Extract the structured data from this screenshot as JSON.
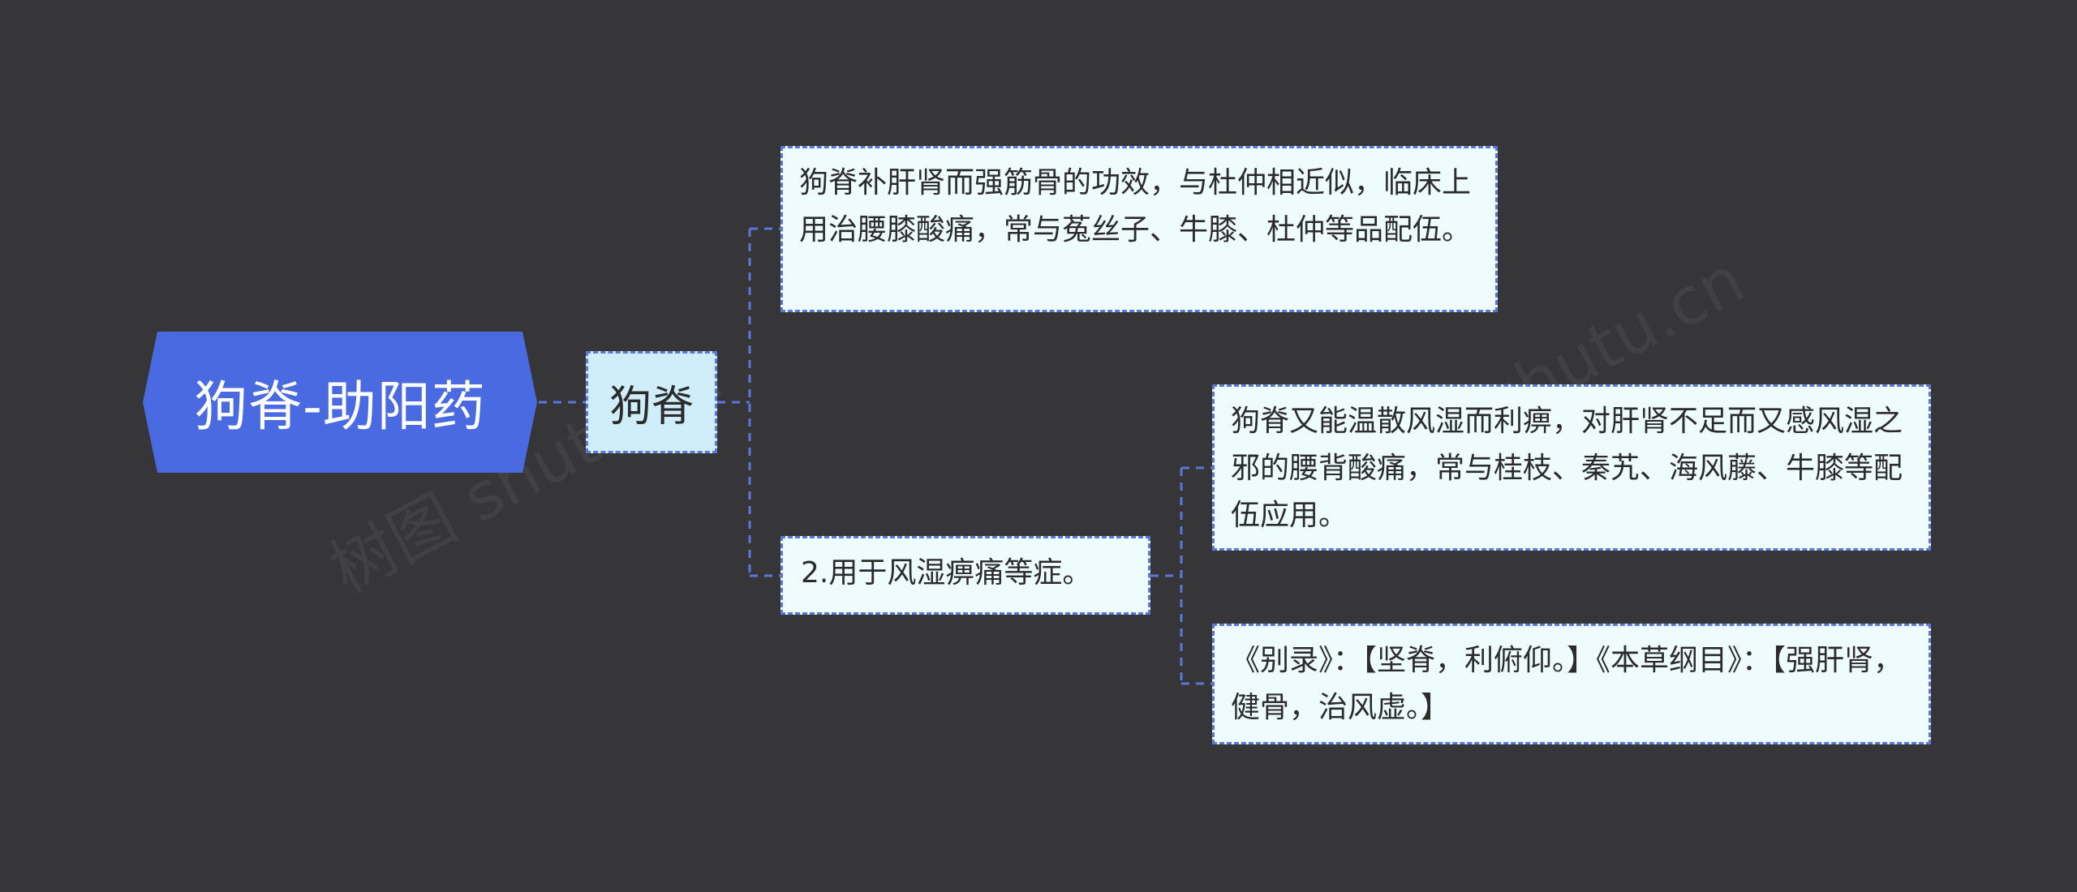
{
  "root": {
    "label": "狗脊-助阳药"
  },
  "branch": {
    "label": "狗脊"
  },
  "leaves": {
    "efficacy": "狗脊补肝肾而强筋骨的功效，与杜仲相近似，临床上用治腰膝酸痛，常与菟丝子、牛膝、杜仲等品配伍。",
    "use2": "2.用于风湿痹痛等症。",
    "use2_detail": "狗脊又能温散风湿而利痹，对肝肾不足而又感风湿之邪的腰背酸痛，常与桂枝、秦艽、海风藤、牛膝等配伍应用。",
    "quote": "《别录》：【坚脊，利俯仰。】《本草纲目》：【强肝肾，健骨，治风虚。】"
  },
  "colors": {
    "background": "#363537",
    "root_fill": "#4a6ae1",
    "branch_fill": "#cfeefa",
    "leaf_fill": "#effcfd",
    "connector": "#5b78d9"
  }
}
